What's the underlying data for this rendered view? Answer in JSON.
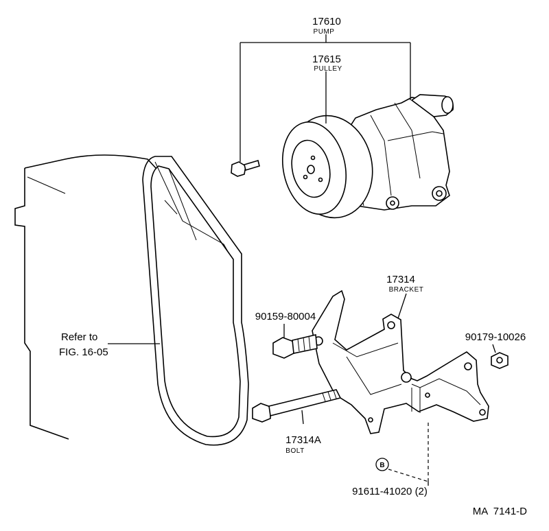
{
  "callouts": {
    "pump": {
      "number": "17610",
      "name": "PUMP"
    },
    "pulley": {
      "number": "17615",
      "name": "PULLEY"
    },
    "bracket": {
      "number": "17314",
      "name": "BRACKET"
    },
    "bolt_a": {
      "number": "17314A",
      "name": "BOLT"
    },
    "bolt_upper": {
      "number": "90159-80004"
    },
    "nut": {
      "number": "90179-10026"
    },
    "bolt_b": {
      "number": "91611-41020 (2)",
      "marker": "B"
    }
  },
  "refer": {
    "line1": "Refer to",
    "line2": "FIG. 16-05"
  },
  "figure_id": "MA  7141-D"
}
